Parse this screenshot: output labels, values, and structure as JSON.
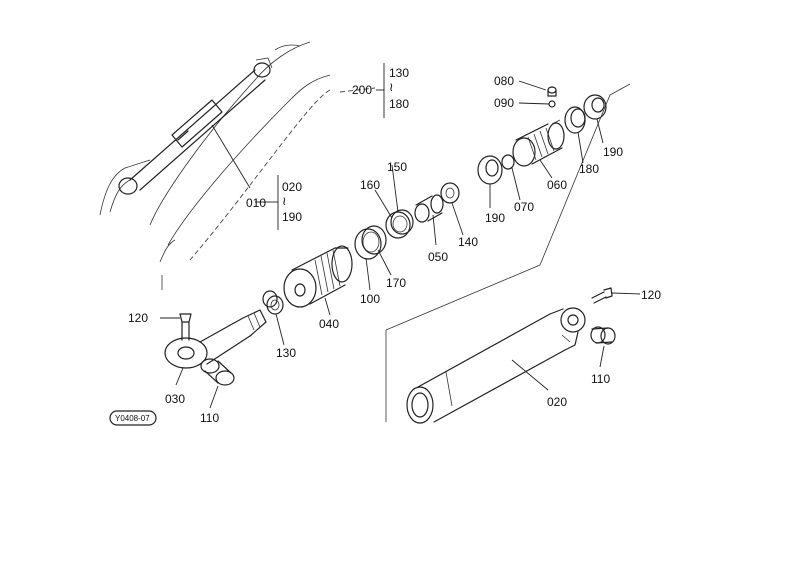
{
  "parts": {
    "p200": "200",
    "p130_top": "130",
    "p180_top": "180",
    "p010": "010",
    "p020_group": "020",
    "p190_group": "190",
    "p080": "080",
    "p090": "090",
    "p150": "150",
    "p160": "160",
    "p190_a": "190",
    "p190_b": "190",
    "p180": "180",
    "p060": "060",
    "p070": "070",
    "p140": "140",
    "p050": "050",
    "p170": "170",
    "p100": "100",
    "p040": "040",
    "p130": "130",
    "p120_left": "120",
    "p120_right": "120",
    "p030": "030",
    "p110_left": "110",
    "p110_right": "110",
    "p020": "020"
  },
  "range_marks": {
    "top_group": "≀",
    "left_group": "≀"
  },
  "badge": "Y0408-07"
}
